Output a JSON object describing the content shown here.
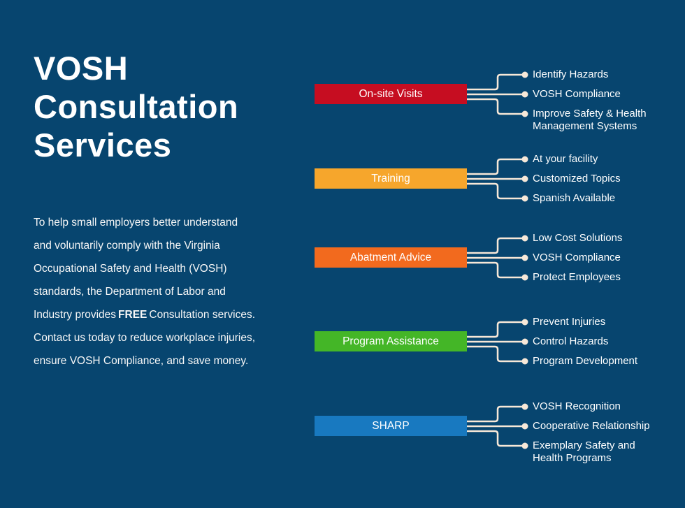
{
  "background_color": "#07456f",
  "connector_color": "#f7e8d8",
  "text_color": "#ffffff",
  "left": {
    "title_lines": [
      "VOSH",
      "Consultation",
      "Services"
    ],
    "paragraph": {
      "before": "To help small employers better understand and voluntarily comply with the Virginia Occupational Safety and Health (VOSH) standards, the Department of Labor and Industry provides",
      "bold": "FREE",
      "after": "Consultation services. Contact us today to reduce workplace injuries, ensure VOSH Compliance, and save money."
    }
  },
  "groups": [
    {
      "label": "On-site Visits",
      "color": "#c60d21",
      "bullets": [
        "Identify Hazards",
        "VOSH Compliance",
        "Improve Safety & Health\nManagement Systems"
      ]
    },
    {
      "label": "Training",
      "color": "#f6a62c",
      "bullets": [
        "At your facility",
        "Customized Topics",
        "Spanish Available"
      ]
    },
    {
      "label": "Abatment Advice",
      "color": "#f26a1e",
      "bullets": [
        "Low Cost Solutions",
        "VOSH Compliance",
        "Protect Employees"
      ]
    },
    {
      "label": "Program Assistance",
      "color": "#44b627",
      "bullets": [
        "Prevent Injuries",
        "Control Hazards",
        "Program Development"
      ]
    },
    {
      "label": "SHARP",
      "color": "#1879c0",
      "bullets": [
        "VOSH Recognition",
        "Cooperative Relationship",
        "Exemplary Safety and\nHealth Programs"
      ]
    }
  ]
}
